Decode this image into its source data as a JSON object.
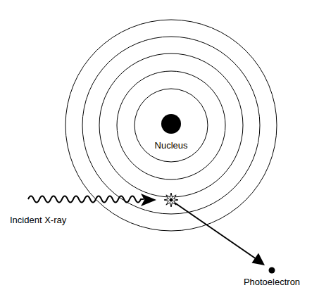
{
  "diagram": {
    "labels": [
      "Nucleus",
      "Incident X-ray",
      "Photoelectron"
    ]
  }
}
